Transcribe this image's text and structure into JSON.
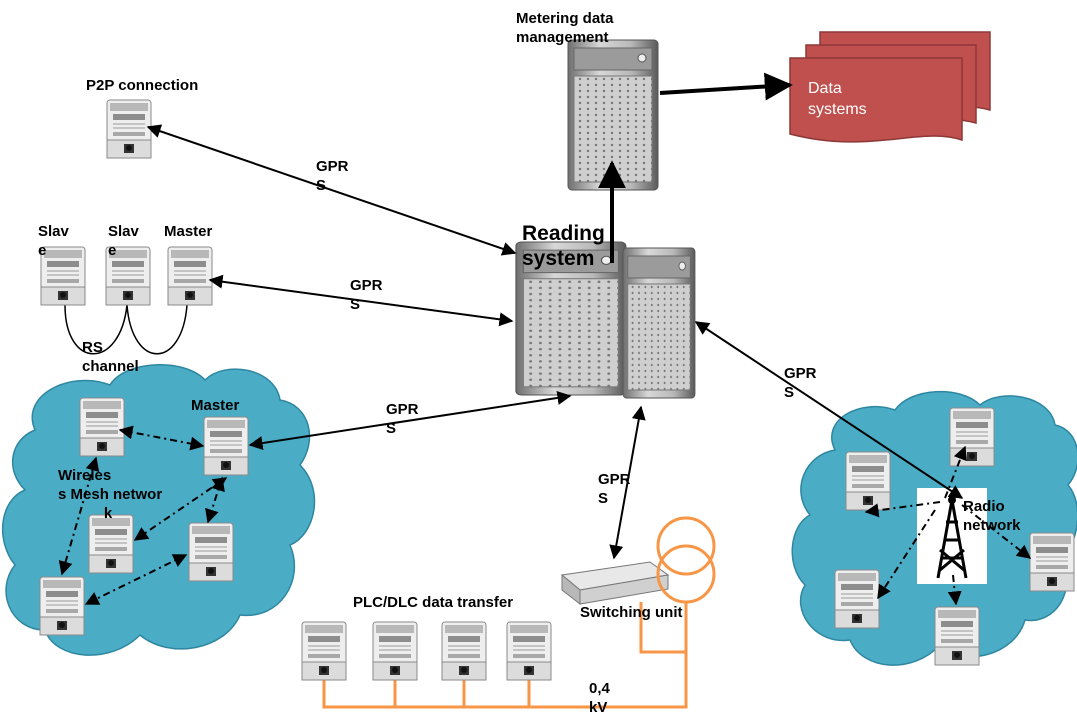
{
  "labels": {
    "metering": "Metering data\nmanagement",
    "data_systems": "Data\nsystems",
    "p2p": "P2P connection",
    "gprs": "GPR\nS",
    "slave": "Slav\ne",
    "master": "Master",
    "reading_system": "Reading\nsystem",
    "rs_channel": "RS\nchannel",
    "wireless_mesh": "Wireles\ns Mesh networ\n           k",
    "radio_network": "Radio\nnetwork",
    "plc": "PLC/DLC data transfer",
    "switching_unit": "Switching unit",
    "voltage": "0,4\nkV"
  },
  "colors": {
    "cloud": "#4bacc6",
    "data_systems": "#c0504d",
    "power_line": "#f79646"
  },
  "icons": [
    "server-icon",
    "meter-icon",
    "radio-tower-icon",
    "switching-unit-icon",
    "transformer-icon",
    "document-stack-icon"
  ]
}
